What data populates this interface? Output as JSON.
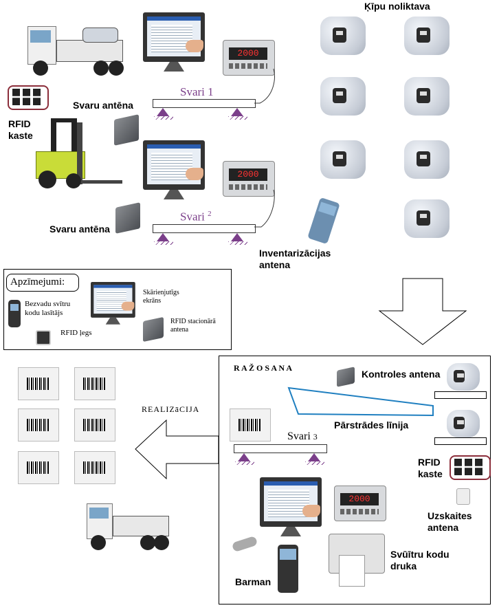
{
  "warehouse": {
    "title": "Ķīpu noliktava"
  },
  "weighing": {
    "scale1": {
      "label": "Svari 1",
      "display": "2000"
    },
    "scale2": {
      "label": "Svari",
      "sup": "2",
      "display": "2000"
    },
    "antenna_label_1": "Svaru antēna",
    "antenna_label_2": "Svaru antēna",
    "rfid_box_label": "RFID\nkaste",
    "inventory_antenna_label": "Inventarizācijas\nantena"
  },
  "legend": {
    "title": "Apzīmejumi:",
    "items": {
      "scanner": "Bezvadu svītru\nkodu lasītājs",
      "rfid_tag": "RFID ļegs",
      "touchscreen": "Skārienjutīgs\nekrāns",
      "stationary_antenna": "RFID stacionārā\nantena"
    }
  },
  "production": {
    "title": "R A Ž O S A N A",
    "control_antenna": "Kontroles antena",
    "processing_line": "Pārstrādes līnija",
    "scale3": {
      "label": "Svari",
      "num": "3",
      "display": "2000"
    },
    "rfid_box_label": "RFID\nkaste",
    "accounting_antenna": "Uzskaites\nantena",
    "barcode_print": "Svūītru kodu\ndruka",
    "barman": "Barman"
  },
  "sales": {
    "title": "REALIZāCIJA"
  },
  "colors": {
    "scale_accent": "#7b3f8a",
    "line_blue": "#1f7fc0",
    "rfid_box_border": "#8b2d3a"
  }
}
